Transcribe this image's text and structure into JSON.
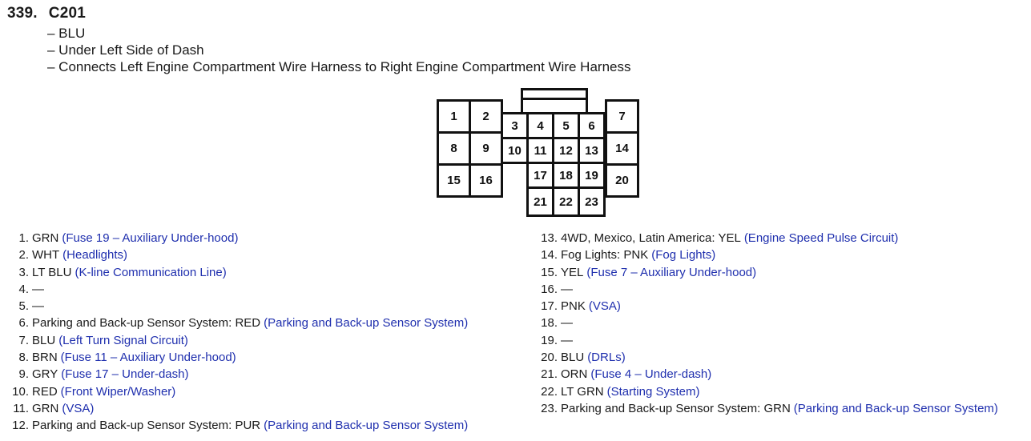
{
  "header": {
    "number": "339.",
    "connector": "C201",
    "details": [
      "– BLU",
      "– Under Left Side of Dash",
      "– Connects Left Engine Compartment Wire Harness to Right Engine Compartment Wire Harness"
    ]
  },
  "pins_left": [
    {
      "num": "1.",
      "text": "GRN",
      "link": "(Fuse 19 – Auxiliary Under-hood)"
    },
    {
      "num": "2.",
      "text": "WHT",
      "link": "(Headlights)"
    },
    {
      "num": "3.",
      "text": "LT BLU",
      "link": "(K-line Communication Line)"
    },
    {
      "num": "4.",
      "text": "—",
      "link": ""
    },
    {
      "num": "5.",
      "text": "—",
      "link": ""
    },
    {
      "num": "6.",
      "text": "Parking and Back-up Sensor System: RED",
      "link": "(Parking and Back-up Sensor System)"
    },
    {
      "num": "7.",
      "text": "BLU",
      "link": "(Left Turn Signal Circuit)"
    },
    {
      "num": "8.",
      "text": "BRN",
      "link": "(Fuse 11 – Auxiliary Under-hood)"
    },
    {
      "num": "9.",
      "text": "GRY",
      "link": "(Fuse 17 – Under-dash)"
    },
    {
      "num": "10.",
      "text": "RED",
      "link": "(Front Wiper/Washer)"
    },
    {
      "num": "11.",
      "text": "GRN",
      "link": "(VSA)"
    },
    {
      "num": "12.",
      "text": "Parking and Back-up Sensor System: PUR",
      "link": "(Parking and Back-up Sensor System)"
    }
  ],
  "pins_right": [
    {
      "num": "13.",
      "text": "4WD, Mexico, Latin America: YEL",
      "link": "(Engine Speed Pulse Circuit)"
    },
    {
      "num": "14.",
      "text": "Fog Lights: PNK",
      "link": "(Fog Lights)"
    },
    {
      "num": "15.",
      "text": "YEL",
      "link": "(Fuse 7 – Auxiliary Under-hood)"
    },
    {
      "num": "16.",
      "text": "—",
      "link": ""
    },
    {
      "num": "17.",
      "text": "PNK",
      "link": "(VSA)"
    },
    {
      "num": "18.",
      "text": "—",
      "link": ""
    },
    {
      "num": "19.",
      "text": "—",
      "link": ""
    },
    {
      "num": "20.",
      "text": "BLU",
      "link": "(DRLs)"
    },
    {
      "num": "21.",
      "text": "ORN",
      "link": "(Fuse 4 – Under-dash)"
    },
    {
      "num": "22.",
      "text": "LT GRN",
      "link": "(Starting System)"
    },
    {
      "num": "23.",
      "text": "Parking and Back-up Sensor System: GRN",
      "link": "(Parking and Back-up Sensor System)"
    }
  ],
  "diagram": {
    "cells": [
      "1",
      "2",
      "3",
      "4",
      "5",
      "6",
      "7",
      "8",
      "9",
      "10",
      "11",
      "12",
      "13",
      "14",
      "15",
      "16",
      "17",
      "18",
      "19",
      "20",
      "21",
      "22",
      "23"
    ]
  },
  "colors": {
    "link": "#1f2fae",
    "text": "#1a1a1a",
    "border": "#111111"
  }
}
